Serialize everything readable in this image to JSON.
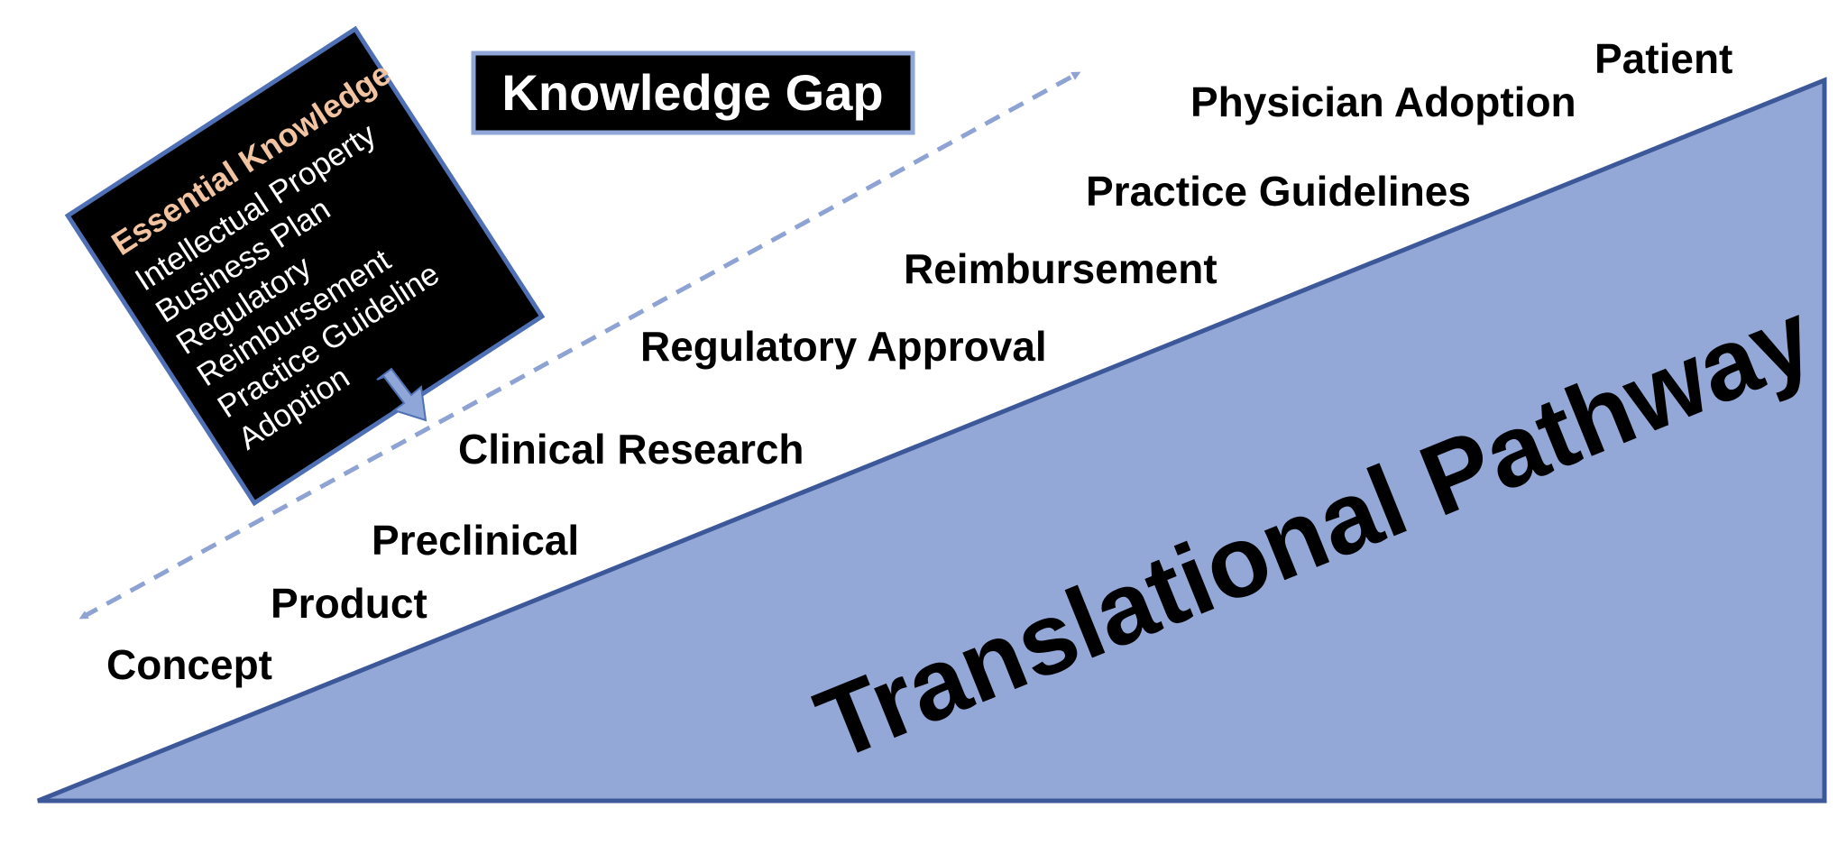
{
  "knowledge_gap": {
    "label": "Knowledge Gap"
  },
  "essential_knowledge": {
    "title": "Essential Knowledge",
    "items": [
      "Intellectual Property",
      "Business Plan",
      "Regulatory",
      "Reimbursement",
      "Practice Guideline",
      "Adoption"
    ]
  },
  "stages": [
    "Concept",
    "Product",
    "Preclinical",
    "Clinical Research",
    "Regulatory Approval",
    "Reimbursement",
    "Practice Guidelines",
    "Physician Adoption",
    "Patient"
  ],
  "pathway": {
    "label": "Translational Pathway"
  },
  "colors": {
    "triangle_fill": "#94a8d8",
    "triangle_stroke": "#3d5899",
    "box_fill": "#000000",
    "box_border": "#4f70b4",
    "box_title": "#f2c3a0",
    "dashed_arrow": "#8ea3d4",
    "small_arrow_fill": "#8ea6d8",
    "small_arrow_stroke": "#4f70b4",
    "gap_box_border": "#8ea6d8"
  },
  "icons": {
    "gap_arrow": "bidirectional-dashed-arrow",
    "box_pointer": "down-arrow"
  }
}
